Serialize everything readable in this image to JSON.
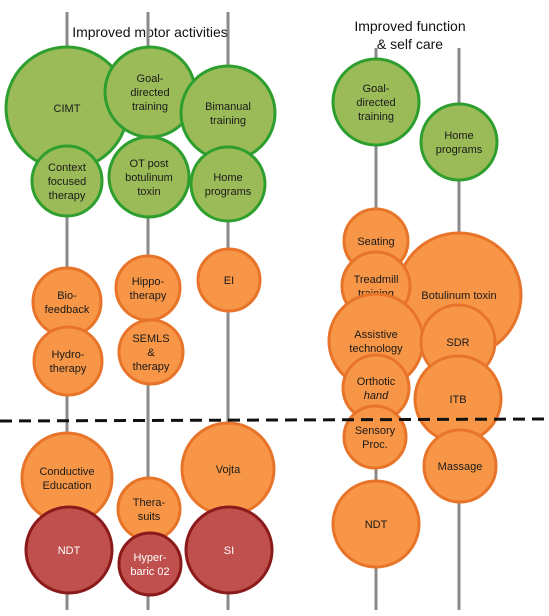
{
  "headings": {
    "left": "Improved motor activities",
    "right_line1": "Improved function",
    "right_line2": "& self care"
  },
  "colors": {
    "green_fill": "#9BBB59",
    "green_stroke": "#2E9E2E",
    "orange_fill": "#F79646",
    "orange_stroke": "#E8742A",
    "red_fill": "#C0504D",
    "red_stroke": "#8B1A1A",
    "axis_line": "#8a8a8a",
    "divider": "#111111"
  },
  "bubbles": [
    {
      "id": "cimt",
      "label": [
        "CIMT"
      ],
      "color": "green"
    },
    {
      "id": "goal-directed-training-motor",
      "label": [
        "Goal-",
        "directed",
        "training"
      ],
      "color": "green"
    },
    {
      "id": "bimanual-training",
      "label": [
        "Bimanual",
        "training"
      ],
      "color": "green"
    },
    {
      "id": "context-focused-therapy",
      "label": [
        "Context",
        "focused",
        "therapy"
      ],
      "color": "green"
    },
    {
      "id": "ot-post-botulinum-toxin",
      "label": [
        "OT post",
        "botulinum",
        "toxin"
      ],
      "color": "green"
    },
    {
      "id": "home-programs-motor",
      "label": [
        "Home",
        "programs"
      ],
      "color": "green"
    },
    {
      "id": "biofeedback",
      "label": [
        "Bio-",
        "feedback"
      ],
      "color": "orange"
    },
    {
      "id": "hippotherapy",
      "label": [
        "Hippo-",
        "therapy"
      ],
      "color": "orange"
    },
    {
      "id": "ei",
      "label": [
        "EI"
      ],
      "color": "orange"
    },
    {
      "id": "hydrotherapy",
      "label": [
        "Hydro-",
        "therapy"
      ],
      "color": "orange"
    },
    {
      "id": "semls-therapy",
      "label": [
        "SEMLS",
        "&",
        "therapy"
      ],
      "color": "orange"
    },
    {
      "id": "conductive-education",
      "label": [
        "Conductive",
        "Education"
      ],
      "color": "orange"
    },
    {
      "id": "vojta",
      "label": [
        "Vojta"
      ],
      "color": "orange"
    },
    {
      "id": "thera-suits",
      "label": [
        "Thera-",
        "suits"
      ],
      "color": "orange"
    },
    {
      "id": "ndt-motor",
      "label": [
        "NDT"
      ],
      "color": "red"
    },
    {
      "id": "hyperbaric-o2",
      "label": [
        "Hyper-",
        "baric 02"
      ],
      "color": "red"
    },
    {
      "id": "si",
      "label": [
        "SI"
      ],
      "color": "red"
    },
    {
      "id": "goal-directed-training-function",
      "label": [
        "Goal-",
        "directed",
        "training"
      ],
      "color": "green"
    },
    {
      "id": "home-programs-function",
      "label": [
        "Home",
        "programs"
      ],
      "color": "green"
    },
    {
      "id": "seating",
      "label": [
        "Seating"
      ],
      "color": "orange"
    },
    {
      "id": "botulinum-toxin",
      "label": [
        "Botulinum toxin"
      ],
      "color": "orange"
    },
    {
      "id": "treadmill-training",
      "label": [
        "Treadmill",
        "training"
      ],
      "color": "orange"
    },
    {
      "id": "assistive-technology",
      "label": [
        "Assistive",
        "technology"
      ],
      "color": "orange"
    },
    {
      "id": "sdr",
      "label": [
        "SDR"
      ],
      "color": "orange"
    },
    {
      "id": "orthotic-hand",
      "label": [
        "Orthotic",
        "hand"
      ],
      "color": "orange",
      "italic_line": 1
    },
    {
      "id": "itb",
      "label": [
        "ITB"
      ],
      "color": "orange"
    },
    {
      "id": "sensory-proc",
      "label": [
        "Sensory",
        "Proc."
      ],
      "color": "orange"
    },
    {
      "id": "massage",
      "label": [
        "Massage"
      ],
      "color": "orange"
    },
    {
      "id": "ndt-function",
      "label": [
        "NDT"
      ],
      "color": "orange"
    }
  ]
}
